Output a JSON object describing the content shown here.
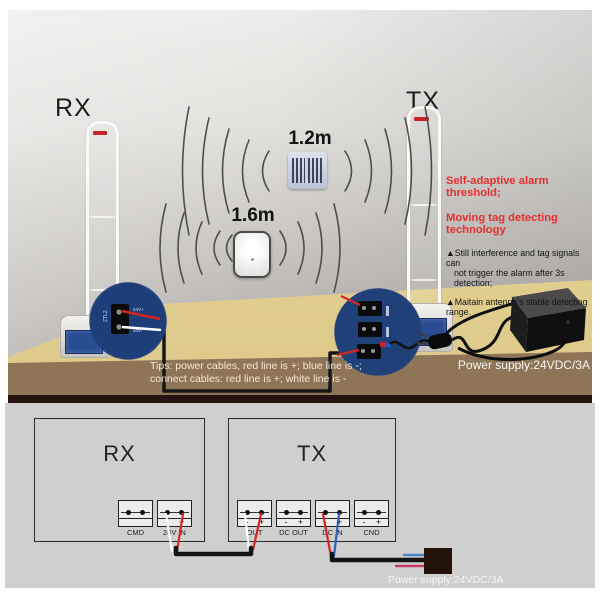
{
  "photo": {
    "rx_label": "RX",
    "tx_label": "TX",
    "tag_barcode_distance": "1.2m",
    "tag_hard_distance": "1.6m",
    "features": {
      "headline1": "Self-adaptive alarm threshold;",
      "headline2": "Moving tag detecting technology",
      "bullet_glyph": "▲",
      "bullet1_line1": "Still interference and tag signals can",
      "bullet1_line2": "not trigger the alarm after 3s detection;",
      "bullet2": "Maitain antenna's stable detecting range."
    },
    "tips_line1": "Tips: power cables, red line is +; blue line is -;",
    "tips_line2": "connect cables: red line is +; white line is -",
    "power_supply_label": "Power supply:24VDC/3A",
    "inset": {
      "chip_silkscreen": "ZTL2",
      "pin_top_label": "24V+",
      "pin_bottom_label": "24V-"
    }
  },
  "wiring": {
    "rx": {
      "title": "RX",
      "terminals": [
        {
          "label": "CMD"
        },
        {
          "label": "24V IN",
          "minus": "-",
          "plus": "+"
        }
      ]
    },
    "tx": {
      "title": "TX",
      "terminals": [
        {
          "label": "OUT",
          "minus": "-",
          "plus": "+"
        },
        {
          "label": "DC OUT",
          "minus": "-",
          "plus": "+"
        },
        {
          "label": "DC IN",
          "minus": "-",
          "plus": "+"
        },
        {
          "label": "CND",
          "minus": "-",
          "plus": "+"
        }
      ]
    },
    "power_supply_label": "Power supply:24VDC/3A"
  },
  "colors": {
    "accent_red": "#e62e2e",
    "wire_red": "#d42520",
    "wire_blue": "#2f62c0",
    "wire_white": "#ffffff",
    "pcb_blue": "#1f4078",
    "wood": "#e2d193",
    "band_brown": "#8f7557"
  }
}
